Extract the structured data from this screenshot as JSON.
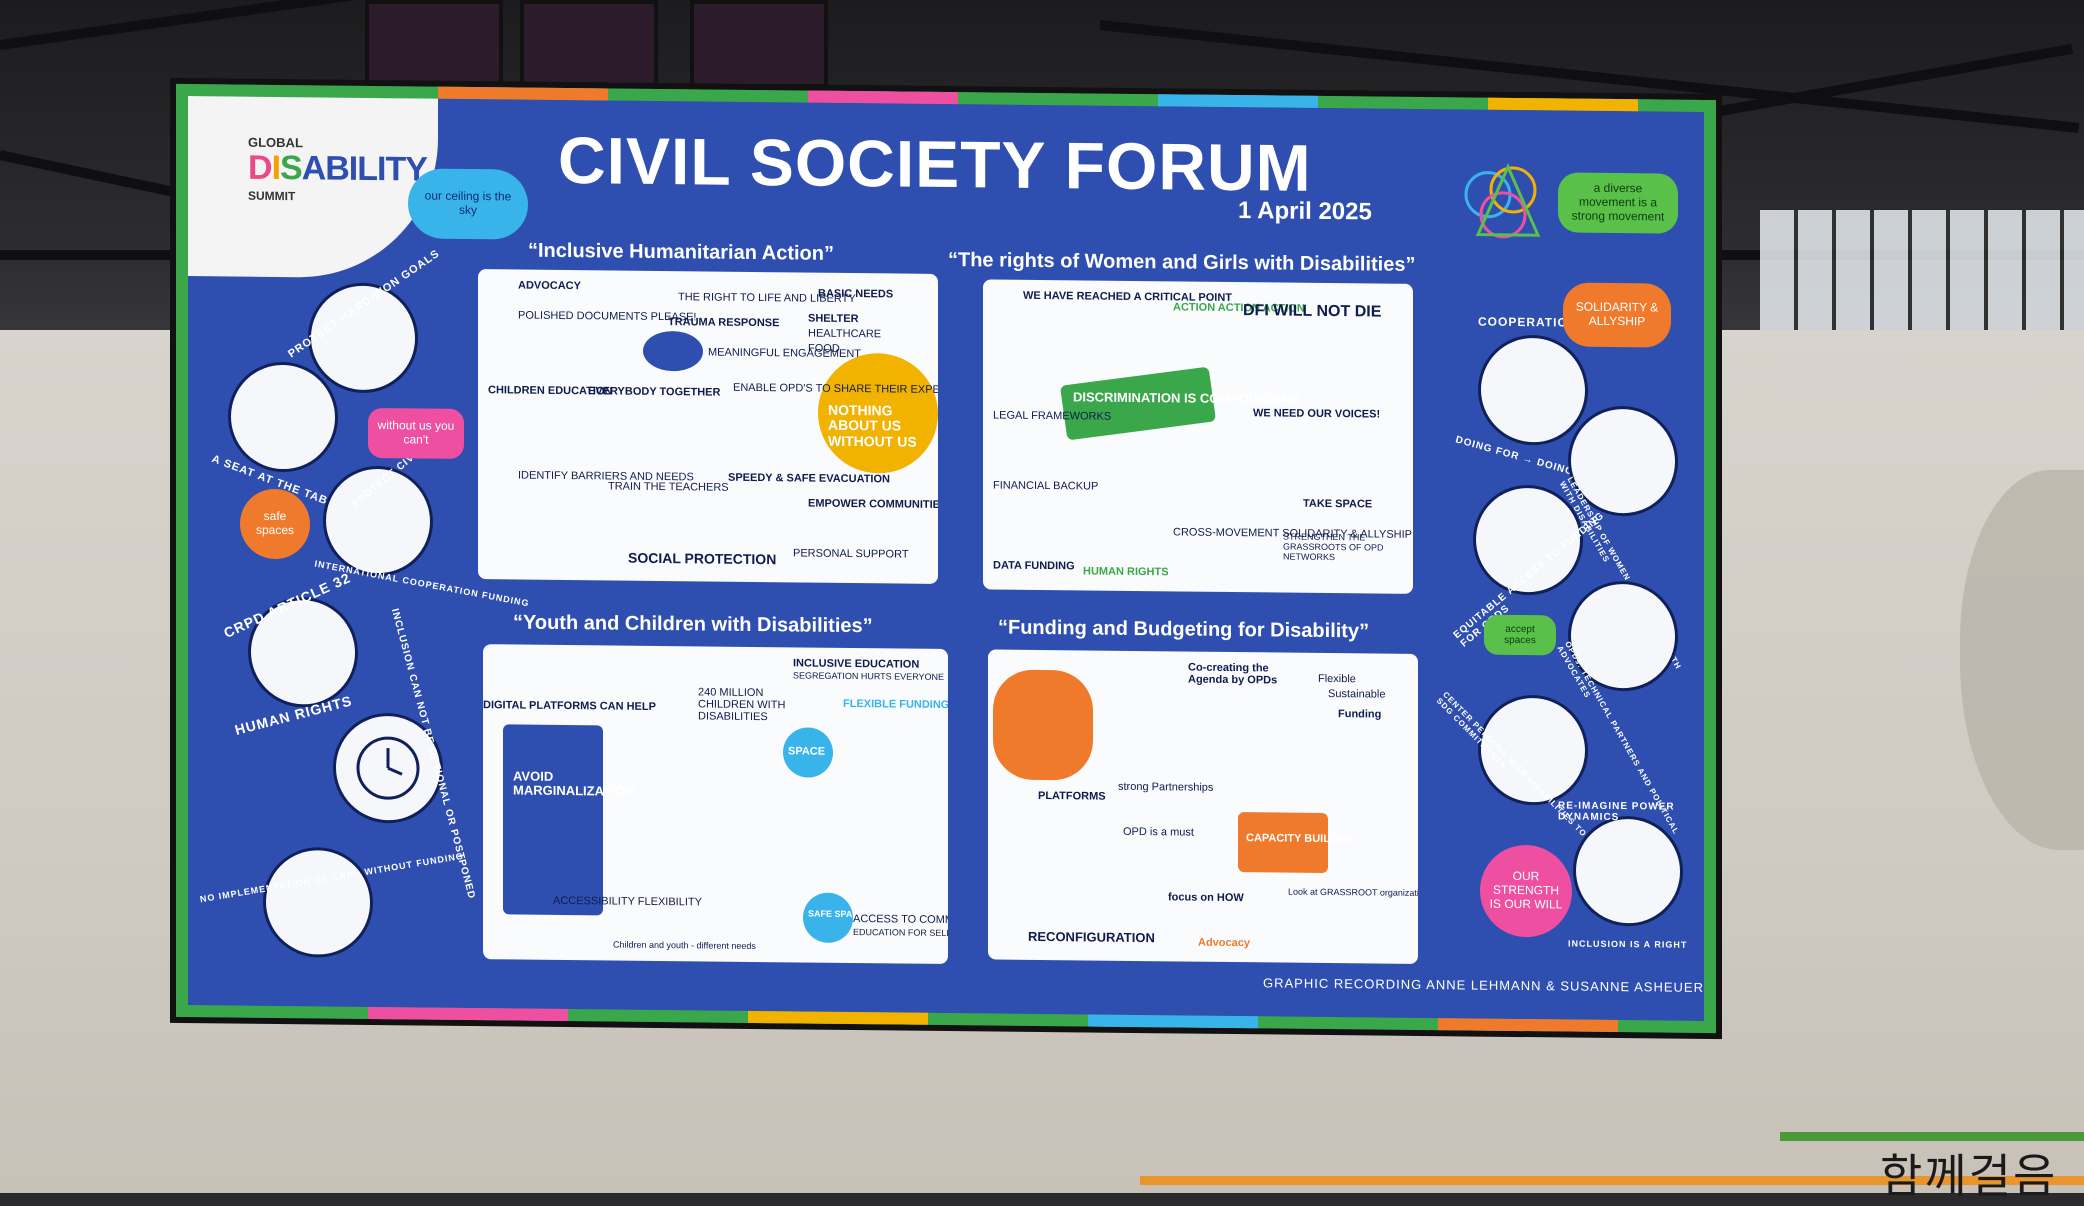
{
  "header": {
    "logo_line1": "GLOBAL",
    "logo_d": "D",
    "logo_i": "I",
    "logo_s": "S",
    "logo_rest": "ABILITY",
    "logo_line3": "SUMMIT",
    "title": "CIVIL SOCIETY FORUM",
    "date": "1 April 2025",
    "tagline_left": "our ceiling is the sky",
    "tagline_right": "a diverse movement is a strong movement"
  },
  "left_circles": [
    {
      "label": "PROTECT HARD-WON GOALS"
    },
    {
      "label": "A SEAT AT THE TABLE"
    },
    {
      "label": "PROTECT CIVIC SPACE"
    },
    {
      "label": "INTERNATIONAL COOPERATION FUNDING"
    },
    {
      "label": "CRPD ARTICLE 32"
    },
    {
      "label": "HUMAN RIGHTS"
    },
    {
      "label": "INCLUSION CAN NOT BE OPTIONAL OR POSTPONED"
    },
    {
      "label": "NO IMPLEMENTATION OF CRPD WITHOUT FUNDING"
    }
  ],
  "left_bubbles": {
    "without": "without us you can't",
    "safe": "safe spaces"
  },
  "right_circles": [
    {
      "label": "COOPERATION"
    },
    {
      "label": "DOING FOR → DOING WITH"
    },
    {
      "label": "LEADERSHIP OF WOMEN, CHILDREN & YOUTH WITH DISABILITIES"
    },
    {
      "label": "EQUITABLE ACCESS TO FUNDING FOR OPDS"
    },
    {
      "label": "OPDs: TECHNICAL PARTNERS AND POLITICAL ADVOCATES"
    },
    {
      "label": "CENTER PERSONS WITH DISABILITIES TO REALIZE SDG COMMITMENTS"
    },
    {
      "label": "RE-IMAGINE POWER DYNAMICS"
    },
    {
      "label": "INCLUSION IS A RIGHT"
    }
  ],
  "right_bubbles": {
    "solidarity": "SOLIDARITY & ALLYSHIP",
    "accept": "accept spaces",
    "strength": "OUR STRENGTH IS OUR WILL"
  },
  "sections": [
    {
      "title": "“Inclusive Humanitarian Action”",
      "notes": [
        "ADVOCACY",
        "POLISHED DOCUMENTS PLEASE!",
        "THE RIGHT TO LIFE AND LIBERTY",
        "BASIC NEEDS",
        "TRAUMA RESPONSE",
        "SHELTER",
        "HEALTHCARE",
        "FOOD",
        "MEANINGFUL ENGAGEMENT",
        "CHILDREN EDUCATION",
        "EVERYBODY TOGETHER",
        "ENABLE OPD'S TO SHARE THEIR EXPERTISE",
        "NOTHING ABOUT US WITHOUT US",
        "IDENTIFY BARRIERS AND NEEDS",
        "TRAIN THE TEACHERS",
        "SPEEDY & SAFE EVACUATION",
        "EMPOWER COMMUNITIES",
        "SOCIAL PROTECTION",
        "PERSONAL SUPPORT"
      ]
    },
    {
      "title": "“The rights of Women and Girls with Disabilities”",
      "notes": [
        "WE HAVE REACHED A CRITICAL POINT",
        "ACTION ACTION ACTION",
        "DFI WILL NOT DIE",
        "DISCRIMINATION IS COMPOUNDING",
        "LEGAL FRAMEWORKS",
        "WE NEED OUR VOICES!",
        "FINANCIAL BACKUP",
        "DATA FUNDING",
        "HUMAN RIGHTS",
        "CROSS-MOVEMENT SOLIDARITY & ALLYSHIP",
        "TAKE SPACE",
        "STRENGTHEN THE GRASSROOTS OF OPD NETWORKS"
      ]
    },
    {
      "title": "“Youth and Children with Disabilities”",
      "notes": [
        "DIGITAL PLATFORMS CAN HELP",
        "AVOID MARGINALIZATION",
        "ACCESSIBILITY FLEXIBILITY",
        "240 MILLION CHILDREN WITH DISABILITIES",
        "INCLUSIVE EDUCATION",
        "SEGREGATION HURTS EVERYONE",
        "FLEXIBLE FUNDING",
        "SPACE",
        "SAFE SPACES",
        "ACCESS TO COMMUNICATION",
        "EDUCATION FOR SELF-CONFIDENCE",
        "Children and youth - different needs"
      ]
    },
    {
      "title": "“Funding and Budgeting for Disability”",
      "notes": [
        "Co-creating the Agenda by OPDs",
        "Flexible",
        "Sustainable",
        "Funding",
        "PLATFORMS",
        "strong Partnerships",
        "OPD is a must",
        "CAPACITY BUILDING",
        "RECONFIGURATION",
        "Advocacy",
        "focus on HOW",
        "Look at GRASSROOT organizations"
      ]
    }
  ],
  "credit": "GRAPHIC RECORDING ANNE LEHMANN & SUSANNE ASHEUER",
  "signature": "함께걸음",
  "colors": {
    "screen_blue": "#2f4fb0",
    "green": "#3aa84a",
    "pink": "#ef4fa0",
    "orange": "#f07a2c",
    "yellow": "#f2b200",
    "cyan": "#39b4ea"
  }
}
